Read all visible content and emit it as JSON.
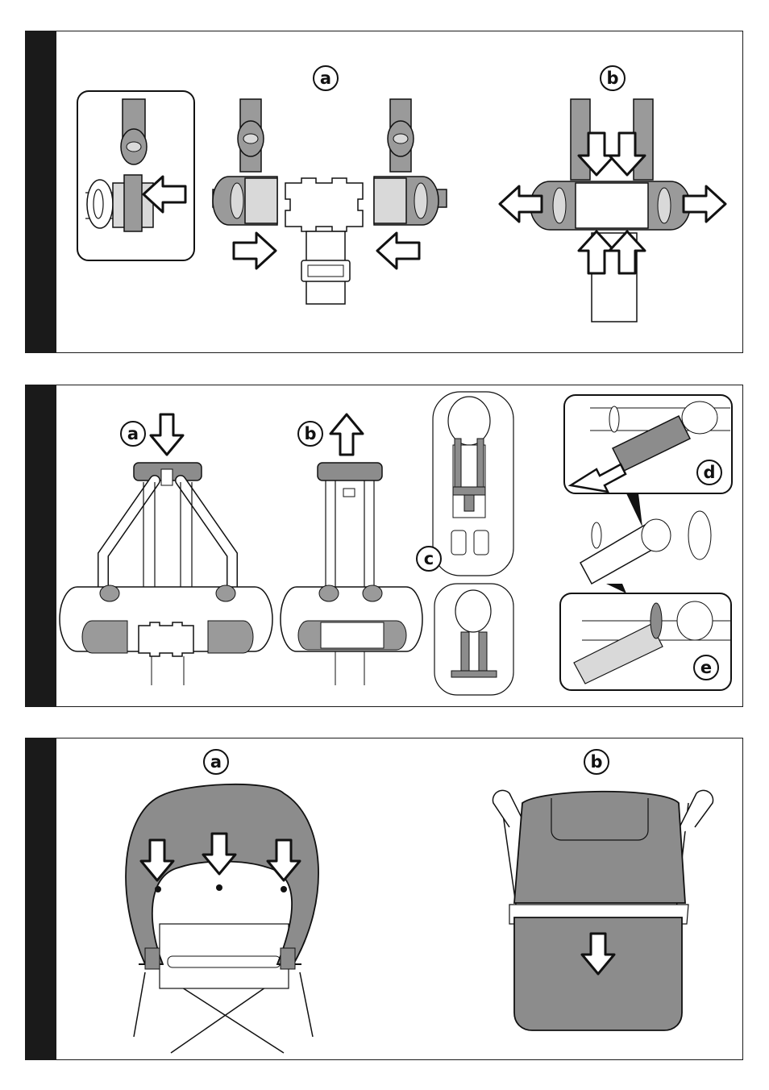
{
  "panels": [
    {
      "id": "panel-1",
      "labels": {
        "a": "a",
        "b": "b"
      }
    },
    {
      "id": "panel-2",
      "labels": {
        "a": "a",
        "b": "b",
        "c": "c",
        "d": "d",
        "e": "e"
      }
    },
    {
      "id": "panel-3",
      "labels": {
        "a": "a",
        "b": "b"
      }
    }
  ],
  "colors": {
    "outline": "#1a1a1a",
    "fabric": "#8c8c8c",
    "strap": "#9a9a9a",
    "light": "#d9d9d9"
  },
  "icons": [
    "arrow-icon",
    "buckle-icon",
    "strap-icon",
    "child-figure",
    "canopy-icon",
    "stroller-frame"
  ]
}
